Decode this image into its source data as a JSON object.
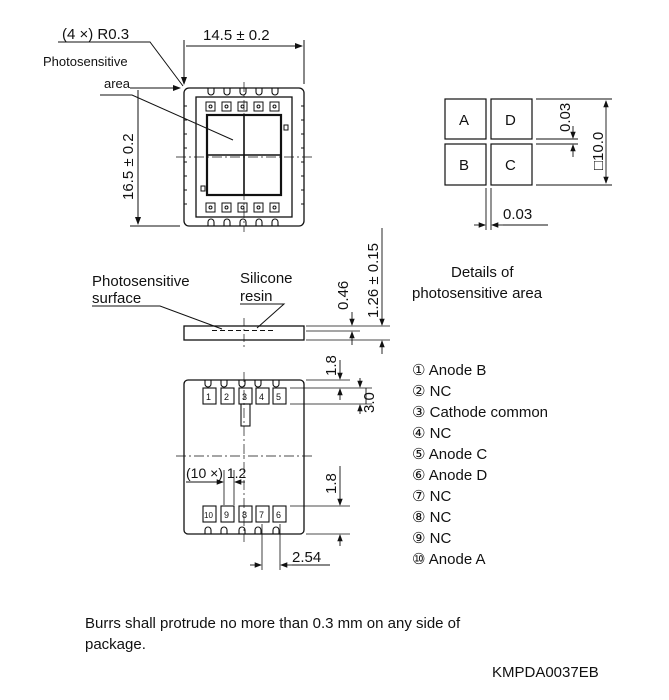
{
  "top_view": {
    "corner_radius_label": "(4 ×) R0.3",
    "width_label": "14.5 ± 0.2",
    "height_label": "16.5 ± 0.2",
    "area_label_1": "Photosensitive",
    "area_label_2": "area"
  },
  "detail": {
    "cells": [
      "A",
      "D",
      "B",
      "C"
    ],
    "gap_v_label": "0.03",
    "size_label": "□10.0",
    "gap_h_label": "0.03",
    "caption_1": "Details of",
    "caption_2": "photosensitive area"
  },
  "side_view": {
    "surface_label_1": "Photosensitive",
    "surface_label_2": "surface",
    "resin_label_1": "Silicone",
    "resin_label_2": "resin",
    "depth_label": "0.46",
    "thickness_label": "1.26 ± 0.15"
  },
  "bottom_view": {
    "top_pin_numbers": [
      "1",
      "2",
      "3",
      "4",
      "5"
    ],
    "bottom_pin_numbers": [
      "10",
      "9",
      "8",
      "7",
      "6"
    ],
    "top_offset_label": "1.8",
    "pad_length_label": "3.0",
    "pad_width_label": "(10 ×) 1.2",
    "bottom_offset_label": "1.8",
    "pitch_label": "2.54"
  },
  "pin_list": [
    "① Anode B",
    "② NC",
    "③ Cathode common",
    "④ NC",
    "⑤ Anode C",
    "⑥ Anode D",
    "⑦ NC",
    "⑧ NC",
    "⑨ NC",
    "⑩ Anode A"
  ],
  "note": "Burrs shall protrude no more than 0.3 mm on any side of package.",
  "drawing_code": "KMPDA0037EB"
}
